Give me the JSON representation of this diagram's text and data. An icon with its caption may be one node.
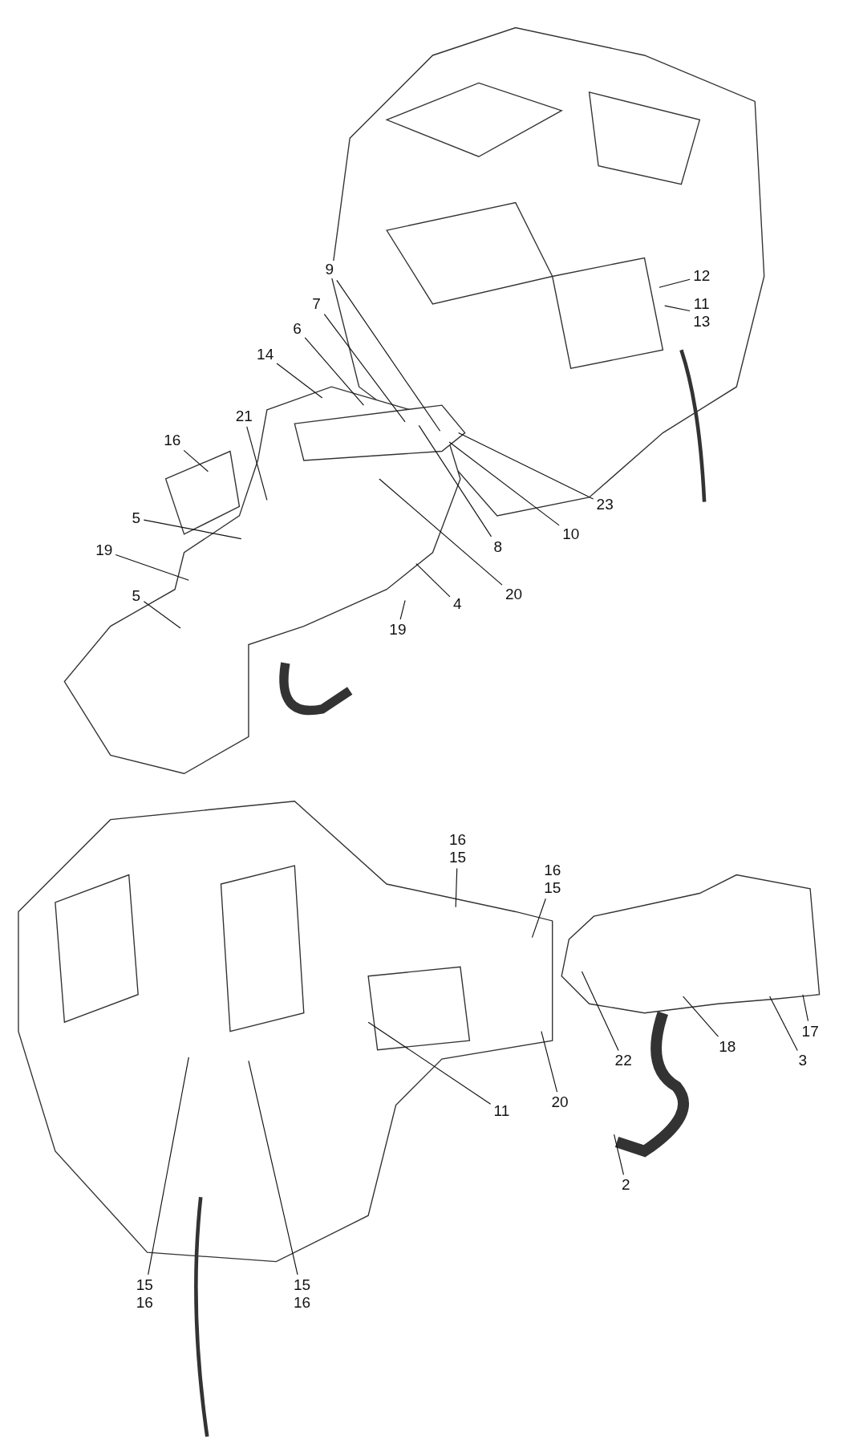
{
  "diagram": {
    "nodes": [
      {
        "text": [
          "9"
        ]
      },
      {
        "text": [
          "12"
        ]
      },
      {
        "text": [
          "11",
          "13"
        ]
      },
      {
        "text": [
          "7"
        ]
      },
      {
        "text": [
          "6"
        ]
      },
      {
        "text": [
          "14"
        ]
      },
      {
        "text": [
          "21"
        ]
      },
      {
        "text": [
          "16"
        ]
      },
      {
        "text": [
          "23"
        ]
      },
      {
        "text": [
          "10"
        ]
      },
      {
        "text": [
          "5"
        ]
      },
      {
        "text": [
          "8"
        ]
      },
      {
        "text": [
          "19"
        ]
      },
      {
        "text": [
          "20"
        ]
      },
      {
        "text": [
          "5"
        ]
      },
      {
        "text": [
          "4"
        ]
      },
      {
        "text": [
          "19"
        ]
      },
      {
        "text": [
          "16",
          "15"
        ]
      },
      {
        "text": [
          "16",
          "15"
        ]
      },
      {
        "text": [
          "22"
        ]
      },
      {
        "text": [
          "18"
        ]
      },
      {
        "text": [
          "3"
        ]
      },
      {
        "text": [
          "17"
        ]
      },
      {
        "text": [
          "11"
        ]
      },
      {
        "text": [
          "20"
        ]
      },
      {
        "text": [
          "2"
        ]
      },
      {
        "text": [
          "15",
          "16"
        ]
      },
      {
        "text": [
          "15",
          "16"
        ]
      }
    ],
    "edges": [
      {
        "from": 0,
        "to": null,
        "arrow": "none"
      },
      {
        "from": 1,
        "to": null,
        "arrow": "none"
      },
      {
        "from": 2,
        "to": null,
        "arrow": "none"
      },
      {
        "from": 3,
        "to": null,
        "arrow": "none"
      },
      {
        "from": 4,
        "to": null,
        "arrow": "none"
      },
      {
        "from": 5,
        "to": null,
        "arrow": "none"
      },
      {
        "from": 6,
        "to": null,
        "arrow": "none"
      },
      {
        "from": 7,
        "to": null,
        "arrow": "none"
      },
      {
        "from": 8,
        "to": null,
        "arrow": "none"
      },
      {
        "from": 9,
        "to": null,
        "arrow": "none"
      },
      {
        "from": 10,
        "to": null,
        "arrow": "none"
      },
      {
        "from": 11,
        "to": null,
        "arrow": "none"
      },
      {
        "from": 12,
        "to": null,
        "arrow": "none"
      },
      {
        "from": 13,
        "to": null,
        "arrow": "none"
      },
      {
        "from": 14,
        "to": null,
        "arrow": "none"
      },
      {
        "from": 15,
        "to": null,
        "arrow": "none"
      },
      {
        "from": 16,
        "to": null,
        "arrow": "none"
      },
      {
        "from": 17,
        "to": null,
        "arrow": "none"
      },
      {
        "from": 18,
        "to": null,
        "arrow": "none"
      },
      {
        "from": 19,
        "to": null,
        "arrow": "none"
      },
      {
        "from": 20,
        "to": null,
        "arrow": "none"
      },
      {
        "from": 21,
        "to": null,
        "arrow": "none"
      },
      {
        "from": 22,
        "to": null,
        "arrow": "none"
      },
      {
        "from": 23,
        "to": null,
        "arrow": "none"
      },
      {
        "from": 24,
        "to": null,
        "arrow": "none"
      },
      {
        "from": 25,
        "to": null,
        "arrow": "none"
      },
      {
        "from": 26,
        "to": null,
        "arrow": "none"
      },
      {
        "from": 27,
        "to": null,
        "arrow": "none"
      }
    ]
  }
}
